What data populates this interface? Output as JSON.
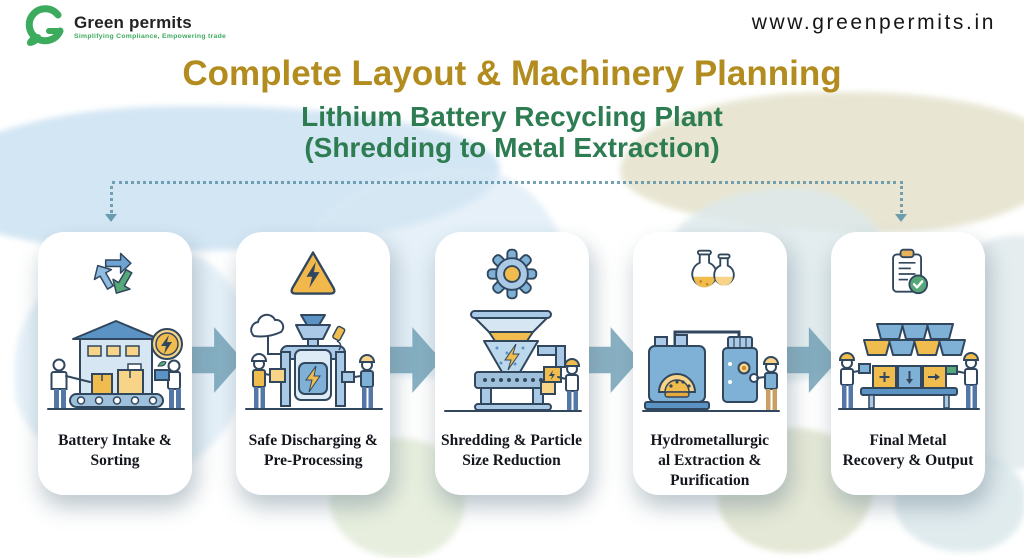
{
  "header": {
    "brand_name": "Green permits",
    "brand_tagline": "Simplifying Compliance, Empowering trade",
    "website": "www.greenpermits.in"
  },
  "title": "Complete Layout & Machinery Planning",
  "subtitle": {
    "line1": "Lithium Battery Recycling Plant",
    "line2": "(Shredding to Metal Extraction)"
  },
  "steps": [
    {
      "label": "Battery Intake & Sorting",
      "lines": [
        "Battery Intake &",
        "Sorting"
      ],
      "icon": "recycle-icon",
      "illustration": "warehouse-intake-scene"
    },
    {
      "label": "Safe Discharging & Pre-Processing",
      "lines": [
        "Safe Discharging &",
        "Pre-Processing"
      ],
      "icon": "electrical-hazard-icon",
      "illustration": "discharging-machine-scene"
    },
    {
      "label": "Shredding & Particle Size Reduction",
      "lines": [
        "Shredding & Particle",
        "Size Reduction"
      ],
      "icon": "gear-icon",
      "illustration": "shredder-machine-scene"
    },
    {
      "label": "Hydrometallurgical Extraction & Purification",
      "lines": [
        "Hydrometallurgic",
        "al Extraction &",
        "Purification"
      ],
      "icon": "chemistry-flasks-icon",
      "illustration": "extraction-tanks-scene"
    },
    {
      "label": "Final Metal Recovery & Output",
      "lines": [
        "Final Metal",
        "Recovery & Output"
      ],
      "icon": "checklist-icon",
      "illustration": "metal-ingots-scene"
    }
  ],
  "colors": {
    "title_gold": "#b28c1e",
    "subtitle_green": "#2e7d52",
    "arrow_teal": "#6fa0b6",
    "logo_green": "#3cab5e",
    "guide_dotted": "#5e93a8"
  }
}
